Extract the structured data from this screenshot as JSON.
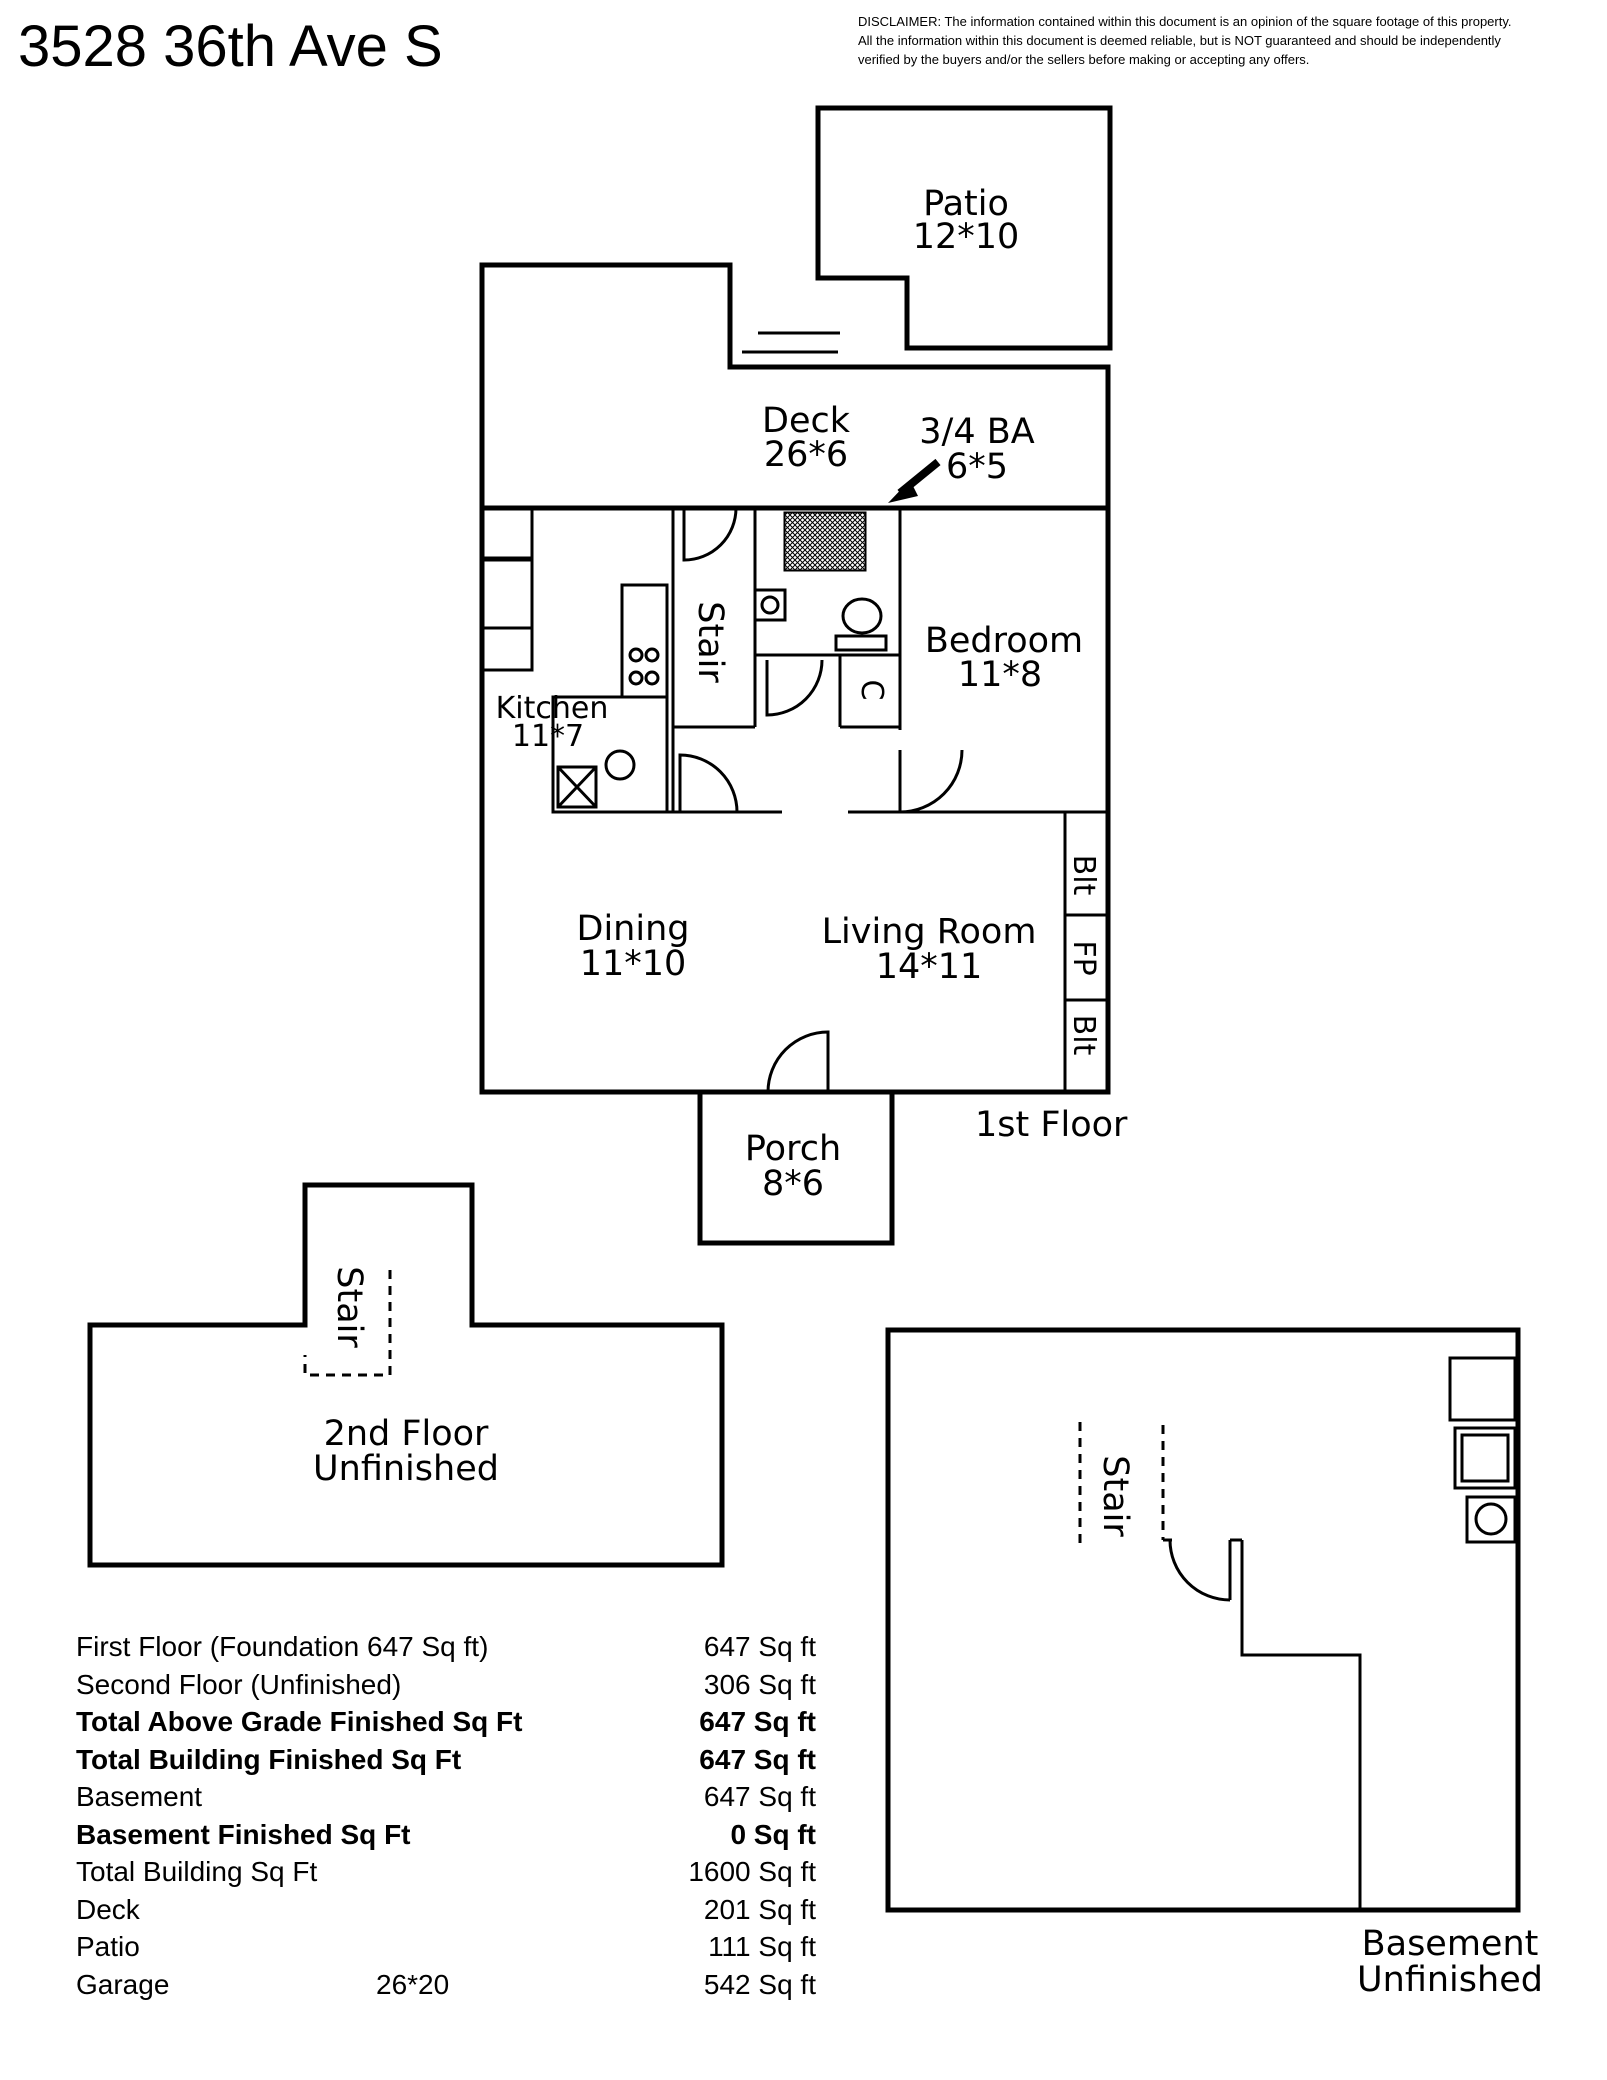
{
  "header": {
    "title": "3528 36th Ave S",
    "disclaimer": [
      "DISCLAIMER: The information contained within this document is an opinion of the square footage of this property.",
      "All the information within this document is deemed reliable, but is NOT guaranteed and should be independently",
      "verified by the buyers and/or the sellers before making or accepting any offers."
    ]
  },
  "first_floor": {
    "label": "1st Floor",
    "rooms": {
      "patio": {
        "name": "Patio",
        "size": "12*10"
      },
      "deck": {
        "name": "Deck",
        "size": "26*6"
      },
      "bath": {
        "name": "3/4 BA",
        "size": "6*5"
      },
      "bedroom": {
        "name": "Bedroom",
        "size": "11*8"
      },
      "kitchen": {
        "name": "Kitchen",
        "size": "11*7"
      },
      "dining": {
        "name": "Dining",
        "size": "11*10"
      },
      "living": {
        "name": "Living Room",
        "size": "14*11"
      },
      "porch": {
        "name": "Porch",
        "size": "8*6"
      }
    },
    "stair": "Stair",
    "closet": "C",
    "fireplace": {
      "blt_top": "Blt",
      "fp": "FP",
      "blt_bottom": "Blt"
    }
  },
  "second_floor": {
    "line1": "2nd Floor",
    "line2": "Unfinished",
    "stair": "Stair"
  },
  "basement": {
    "line1": "Basement",
    "line2": "Unfinished",
    "stair": "Stair"
  },
  "summary": [
    {
      "label": "First Floor (Foundation 647 Sq ft)",
      "value": "647 Sq ft",
      "bold": false
    },
    {
      "label": "Second Floor (Unfinished)",
      "value": "306 Sq ft",
      "bold": false
    },
    {
      "label": "Total Above Grade Finished Sq Ft",
      "value": "647 Sq ft",
      "bold": true
    },
    {
      "label": "Total Building Finished Sq Ft",
      "value": "647 Sq ft",
      "bold": true
    },
    {
      "label": "Basement",
      "value": "647 Sq ft",
      "bold": false
    },
    {
      "label": "Basement Finished Sq Ft",
      "value": "0 Sq ft",
      "bold": true
    },
    {
      "label": "Total Building Sq Ft",
      "value": "1600 Sq ft",
      "bold": false
    },
    {
      "label": "Deck",
      "value": "201 Sq ft",
      "bold": false
    },
    {
      "label": "Patio",
      "value": "111 Sq ft",
      "bold": false
    },
    {
      "label": "Garage",
      "extra": "26*20",
      "value": "542 Sq ft",
      "bold": false
    }
  ]
}
